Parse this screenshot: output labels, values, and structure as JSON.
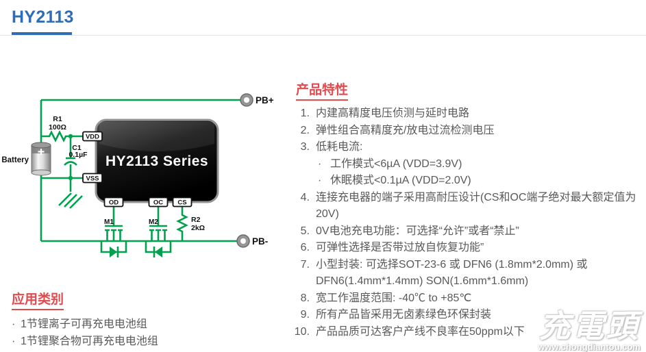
{
  "page": {
    "title": "HY2113"
  },
  "colors": {
    "title_blue": "#2e6cb5",
    "heading_red": "#e14b4e",
    "wire_green": "#00a14e",
    "body_gray": "#595959"
  },
  "features": {
    "heading": "产品特性",
    "bullet_char": "·",
    "items": [
      {
        "num": "1.",
        "text": "内建高精度电压侦测与延时电路"
      },
      {
        "num": "2.",
        "text": "弹性组合高精度充/放电过流检测电压"
      },
      {
        "num": "3.",
        "text": "低耗电流:"
      },
      {
        "sub": true,
        "text": "工作模式<6µA (VDD=3.9V)"
      },
      {
        "sub": true,
        "text": "休眠模式<0.1µA (VDD=2.0V)"
      },
      {
        "num": "4.",
        "text": "连接充电器的端子采用高耐压设计(CS和OC端子绝对最大额定值为20V)"
      },
      {
        "num": "5.",
        "text": " 0V电池充电功能：可选择“允许”或者“禁止”"
      },
      {
        "num": "6.",
        "text": "可弹性选择是否带过放自恢复功能”"
      },
      {
        "num": "7.",
        "text": "小型封装: 可选择SOT-23-6 或 DFN6 (1.8mm*2.0mm) 或",
        "text2": "DFN6(1.4mm*1.4mm) SON(1.6mm*1.6mm)"
      },
      {
        "num": "8.",
        "text": "宽工作温度范围: -40℃ to +85℃"
      },
      {
        "num": "9.",
        "text": "所有产品皆采用无卤素绿色环保封装"
      },
      {
        "num": "10.",
        "text": "产品品质可达客户产线不良率在50ppm以下"
      }
    ]
  },
  "applications": {
    "heading": "应用类别",
    "bullet_char": "·",
    "items": [
      {
        "text": "1节锂离子可再充电电池组"
      },
      {
        "text": "1节锂聚合物可再充电电池组"
      }
    ]
  },
  "circuit": {
    "chip_label": "HY2113 Series",
    "battery_label": "Battery",
    "r1_name": "R1",
    "r1_value": "100Ω",
    "c1_name": "C1",
    "c1_value": "0.1µF",
    "r2_name": "R2",
    "r2_value": "2kΩ",
    "m1_label": "M1",
    "m2_label": "M2",
    "pins": {
      "vdd": "VDD",
      "vss": "VSS",
      "od": "OD",
      "oc": "OC",
      "cs": "CS"
    },
    "pb_plus": "PB+",
    "pb_minus": "PB-",
    "battery_plus": "+"
  },
  "watermark": {
    "logo": "充電頭",
    "url": "www.chongdiantou.com"
  }
}
